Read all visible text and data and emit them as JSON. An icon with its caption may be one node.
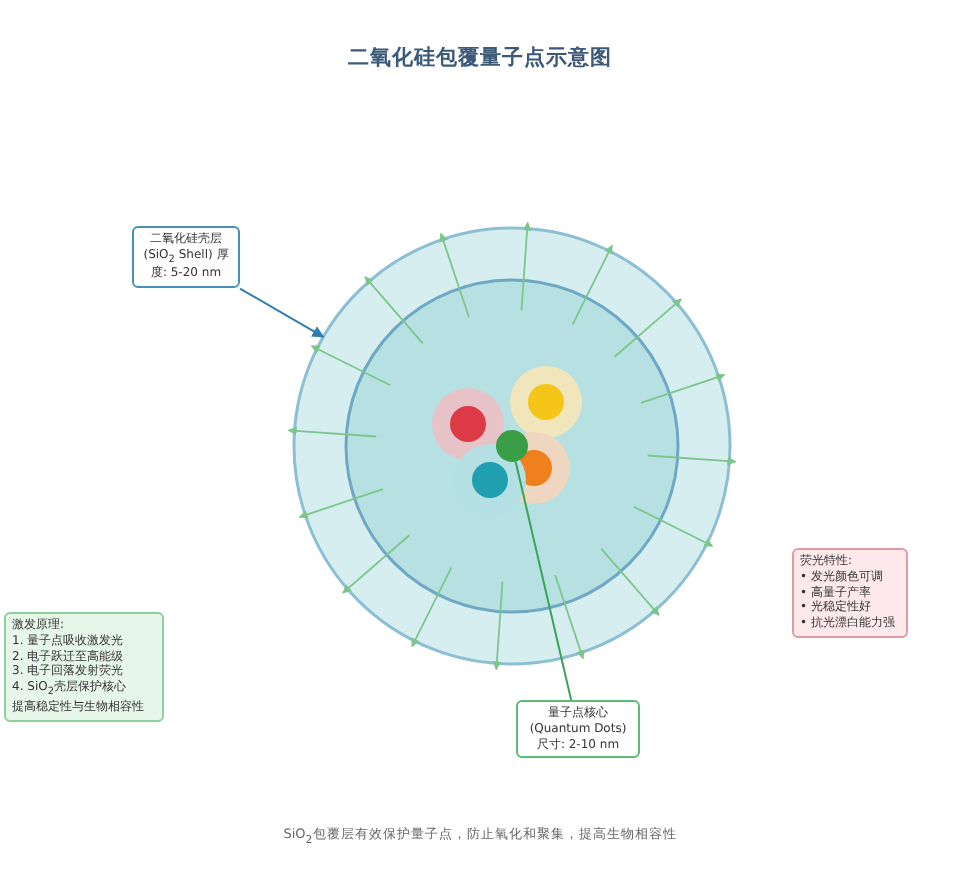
{
  "diagram": {
    "title": "二氧化硅包覆量子点示意图",
    "caption": "SiO$_{2}$包覆层有效保护量子点，防止氧化和聚集，提高生物相容性",
    "nodes": [
      {
        "text": [
          "二氧化硅壳层 (SiO$_{2}$ Shell) 厚度: 5-20 nm"
        ]
      },
      {
        "text": [],
        "shape": "circle"
      },
      {
        "text": [
          "荧光特性:",
          "• 发光颜色可调",
          "• 高量子产率",
          "• 光稳定性好",
          "• 抗光漂白能力强"
        ]
      },
      {
        "text": [
          "激发原理:",
          "1. 量子点吸收激发光",
          "2. 电子跃迁至高能级",
          "3. 电子回落发射荧光",
          "4. SiO$_{2}$壳层保护核心",
          "提高稳定性与生物相容性"
        ]
      },
      {
        "text": [
          "量子点核心 (Quantum Dots) 尺寸: 2-10 nm"
        ]
      },
      {
        "text": [],
        "shape": "circle",
        "in": 1
      }
    ],
    "edges": [
      {
        "from": 0,
        "to": 1,
        "arrow": "to",
        "color": "#2f7fb0"
      },
      {
        "from": 4,
        "to": 5,
        "arrow": "none",
        "color": "#3aa35a"
      }
    ]
  }
}
